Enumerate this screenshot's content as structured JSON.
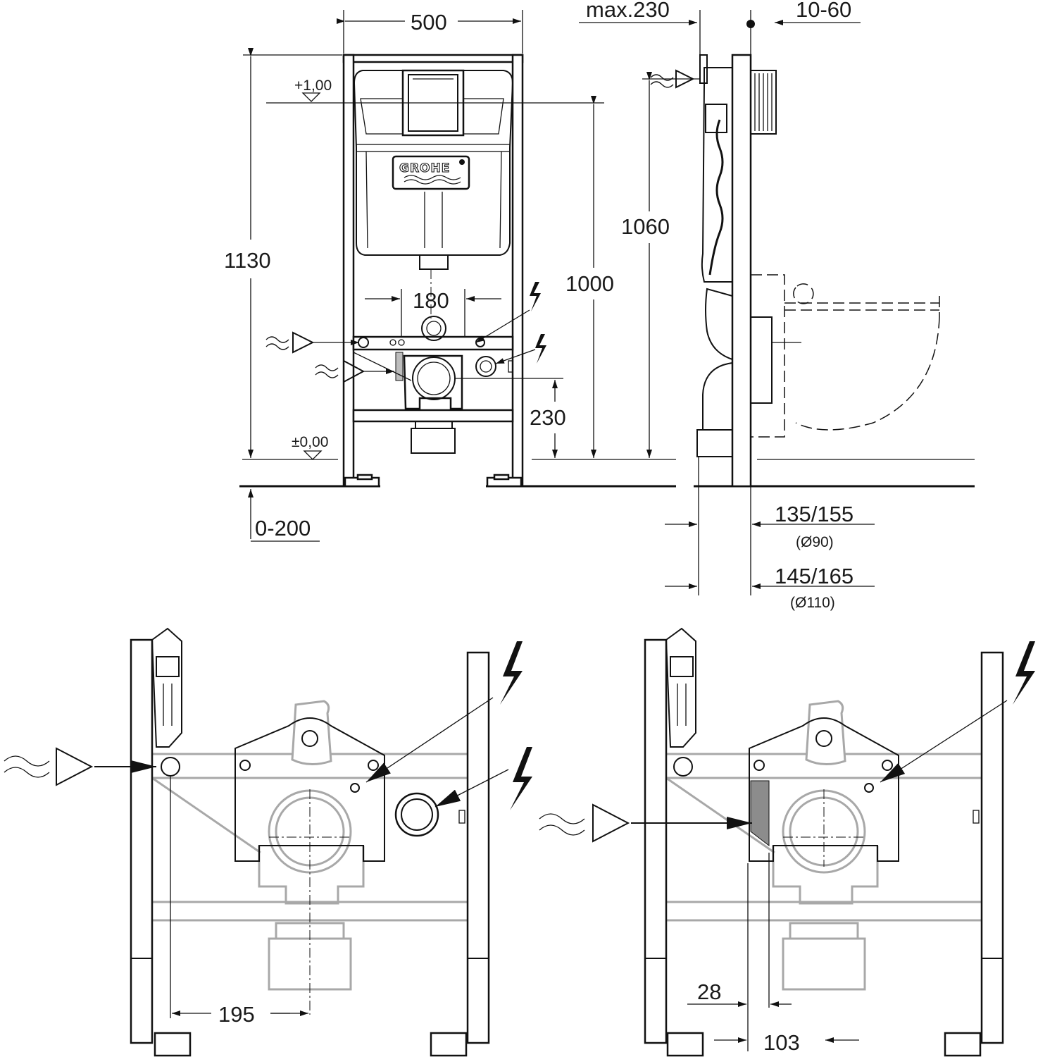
{
  "brand": "GROHE",
  "dimensions": {
    "width_top": "500",
    "max_depth": "max.230",
    "depth_range": "10-60",
    "level_top": "+1,00",
    "level_zero": "±0,00",
    "height_total": "1130",
    "height_actuation": "1000",
    "height_side": "1060",
    "spacing_center": "180",
    "height_drain": "230",
    "floor_range": "0-200",
    "drain_offset_90": "135/155",
    "drain_diam_90": "(Ø90)",
    "drain_offset_110": "145/165",
    "drain_diam_110": "(Ø110)",
    "offset_left_detail": "195",
    "offset_right_a": "28",
    "offset_right_b": "103"
  },
  "icons": [
    "water-supply-icon",
    "electric-connection-icon",
    "water-inlet-arrow-icon"
  ]
}
